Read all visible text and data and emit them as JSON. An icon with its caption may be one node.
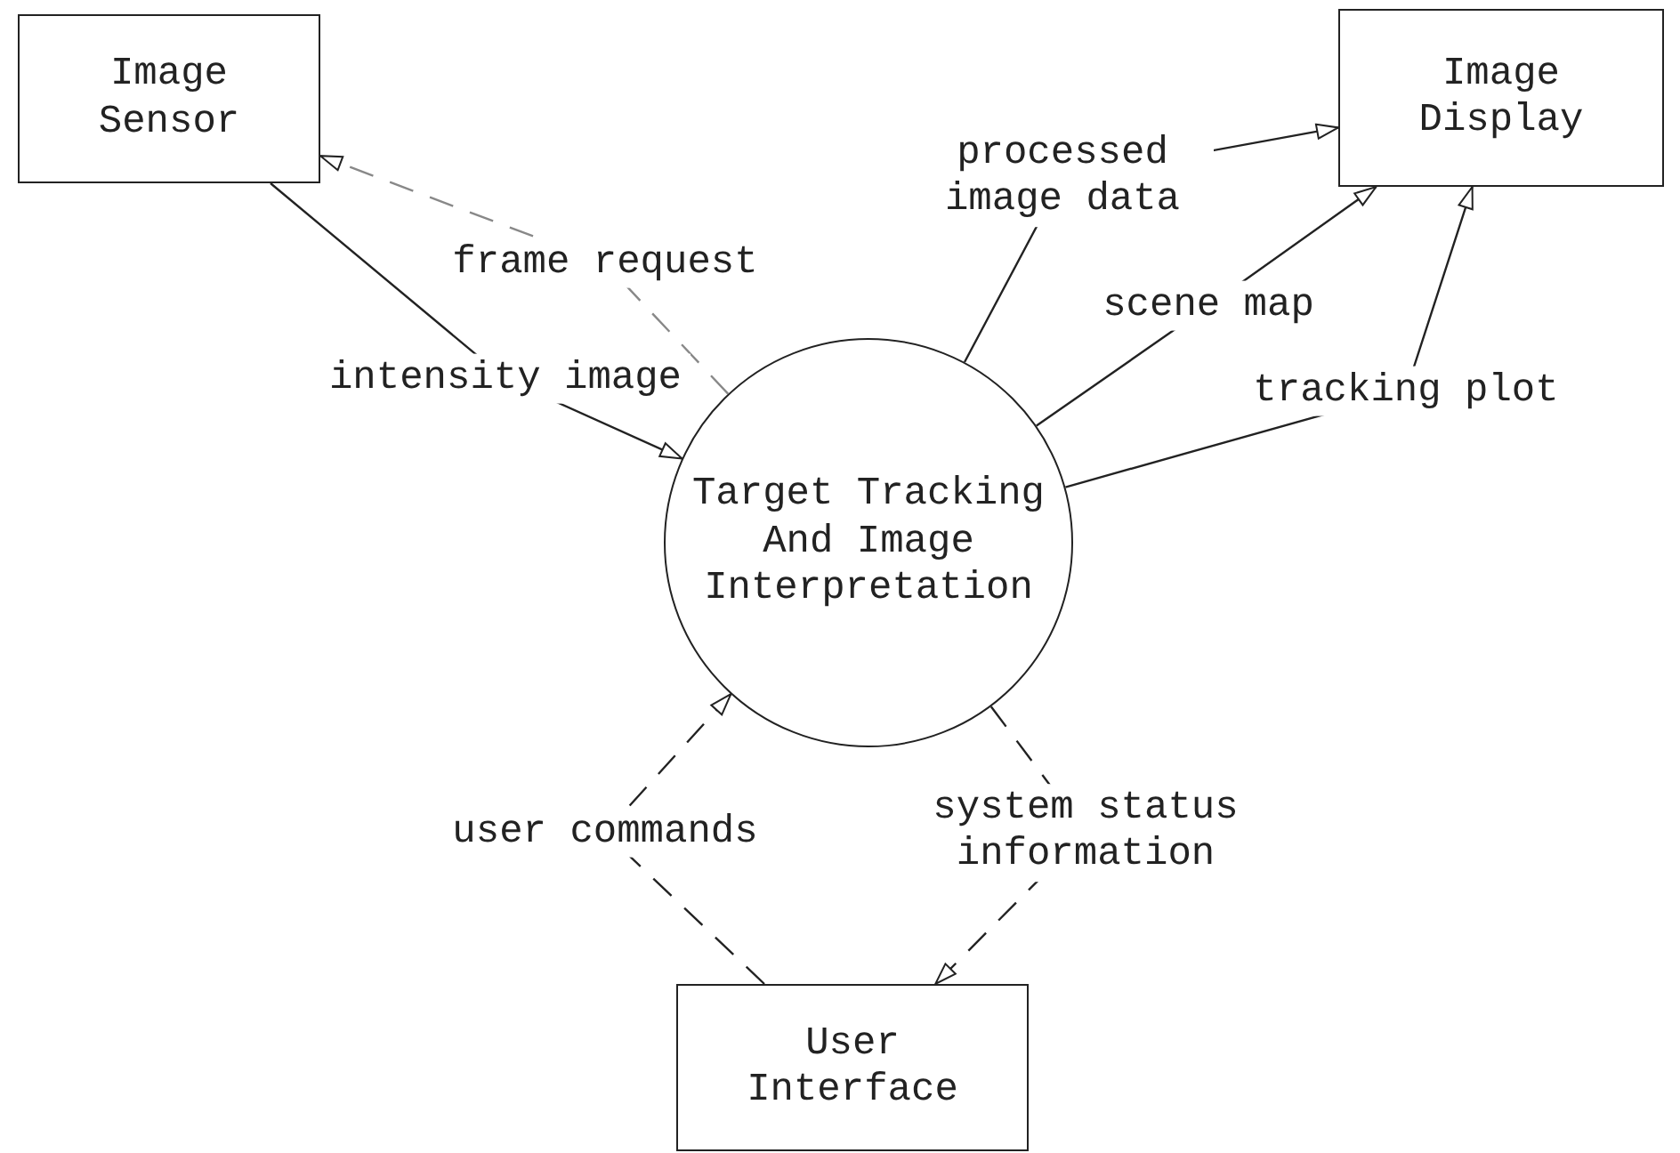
{
  "diagram": {
    "nodes": [
      {
        "text": [
          "Image Sensor"
        ]
      },
      {
        "text": [
          "Image Display"
        ]
      },
      {
        "text": [
          "Target Tracking And Image Interpretation"
        ]
      },
      {
        "text": [
          "User Interface"
        ]
      }
    ],
    "edges": [
      {
        "from": 0,
        "to": 2,
        "arrow": "to",
        "label": "intensity image"
      },
      {
        "from": 2,
        "to": 0,
        "arrow": "to",
        "label": "frame request",
        "style": "dashed",
        "color": "#888888"
      },
      {
        "from": 2,
        "to": 1,
        "arrow": "to",
        "label": "processed image data"
      },
      {
        "from": 2,
        "to": 1,
        "arrow": "to",
        "label": "scene map"
      },
      {
        "from": 2,
        "to": 1,
        "arrow": "to",
        "label": "tracking plot"
      },
      {
        "from": 3,
        "to": 2,
        "arrow": "to",
        "label": "user commands",
        "style": "dashed"
      },
      {
        "from": 2,
        "to": 3,
        "arrow": "to",
        "label": "system status information",
        "style": "dashed"
      }
    ]
  }
}
